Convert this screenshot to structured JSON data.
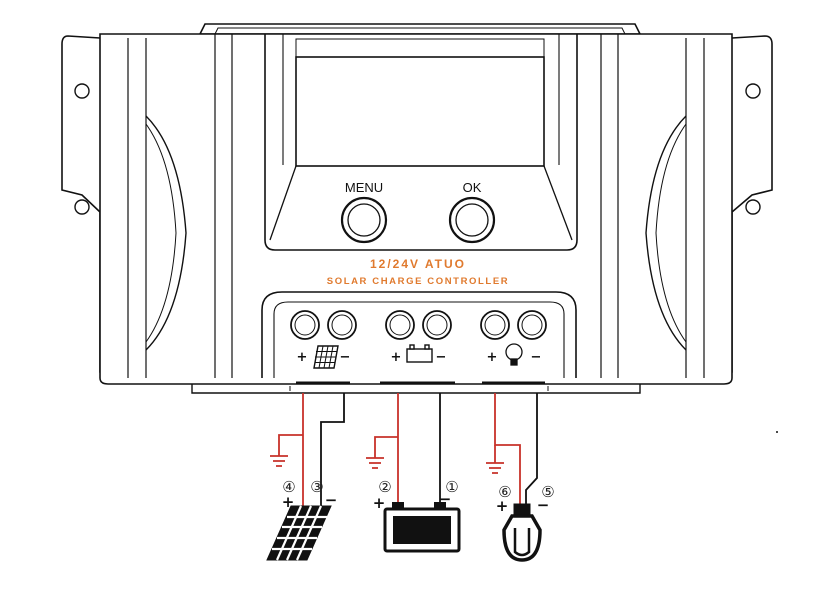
{
  "controller": {
    "buttons": {
      "menu_label": "MENU",
      "ok_label": "OK"
    },
    "brand": {
      "title": "12/24V ATUO",
      "subtitle": "SOLAR CHARGE CONTROLLER"
    },
    "terminal_signs": {
      "plus": "+",
      "minus": "−"
    }
  },
  "wiring": {
    "markers": {
      "t1": "①",
      "t2": "②",
      "t3": "③",
      "t4": "④",
      "t5": "⑤",
      "t6": "⑥"
    },
    "plus": "+",
    "minus": "−",
    "colors": {
      "positive": "#c8322a",
      "negative": "#111111"
    }
  }
}
